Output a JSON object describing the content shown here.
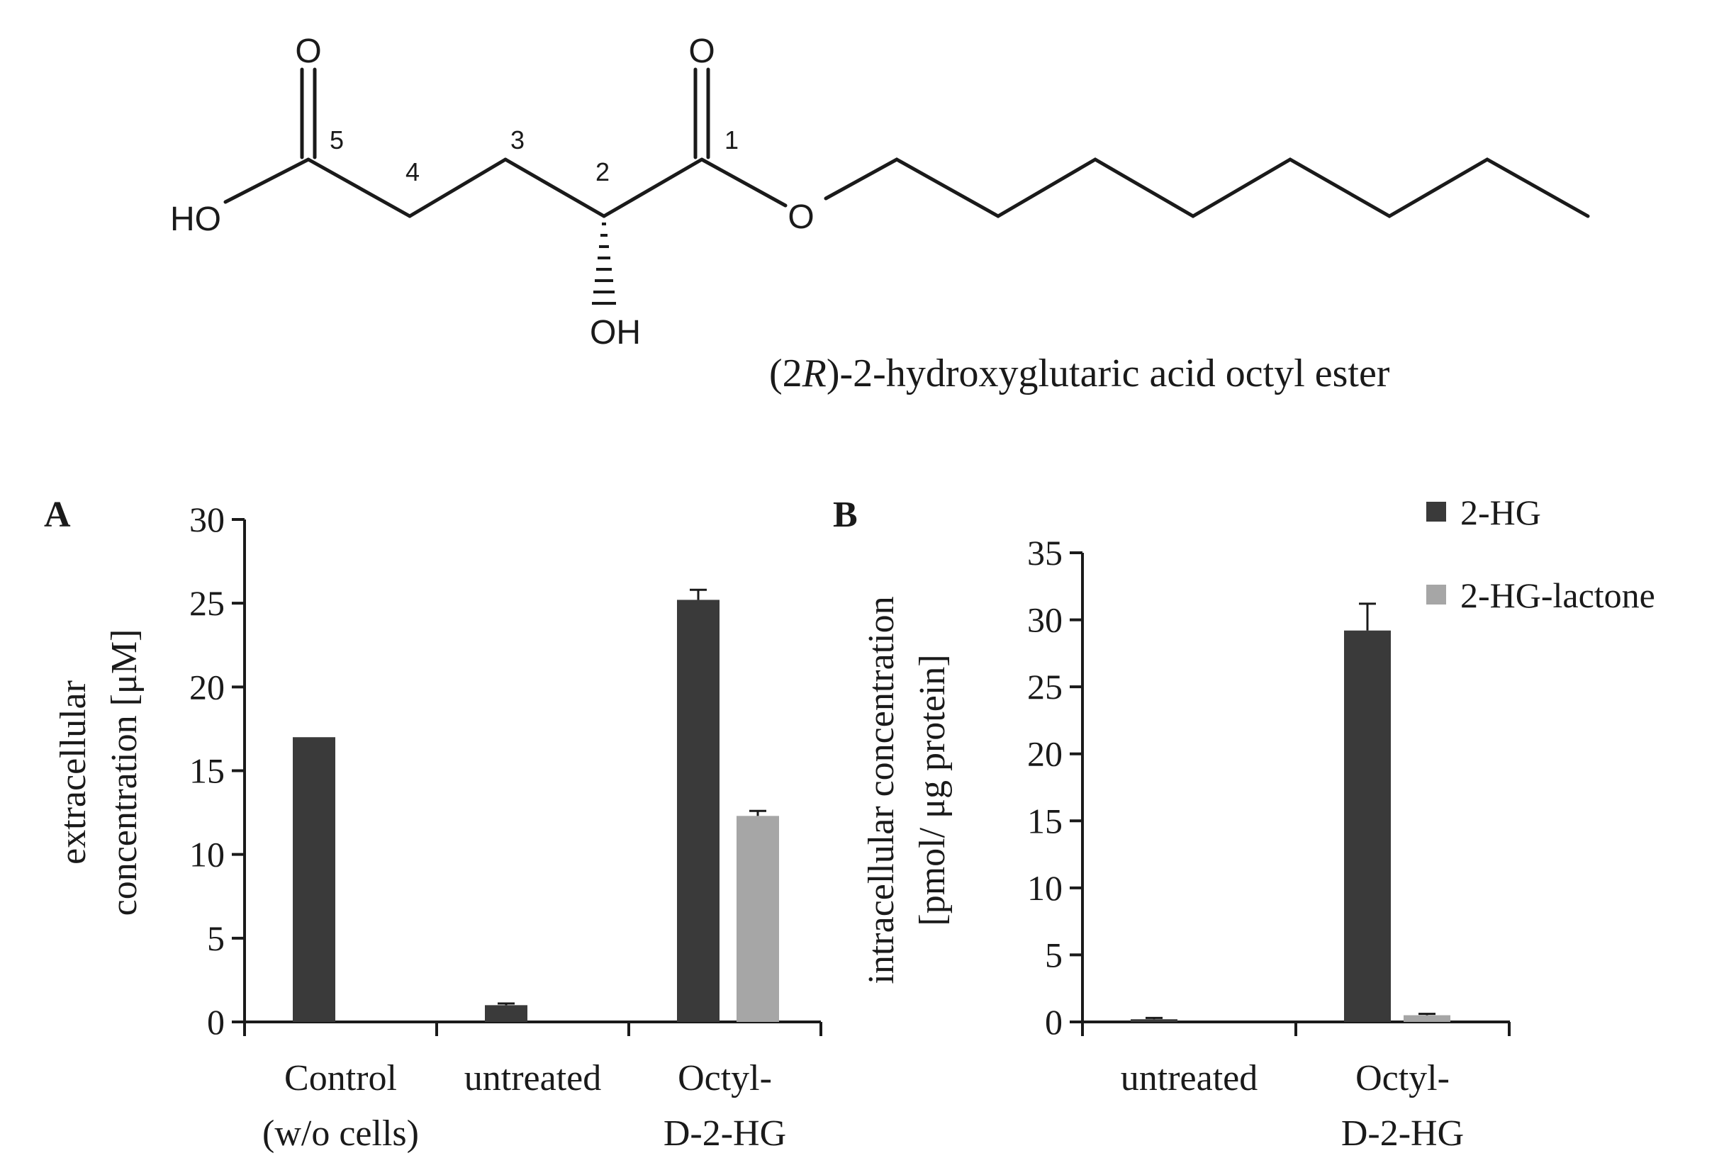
{
  "structure": {
    "name": "(2R)-2-hydroxyglutaric acid octyl ester",
    "name_prefix": "(2",
    "name_italic": "R",
    "name_suffix": ")-2-hydroxyglutaric acid octyl ester",
    "atoms": {
      "o_carbonyl": "O",
      "ho": "HO",
      "oh": "OH",
      "ester_o": "O"
    },
    "numbers": {
      "c1": "1",
      "c2": "2",
      "c3": "3",
      "c4": "4",
      "c5": "5"
    }
  },
  "legend": {
    "position": "top-right",
    "items": [
      {
        "label": "2-HG",
        "color": "#3a3a3a"
      },
      {
        "label": "2-HG-lactone",
        "color": "#a6a6a6"
      }
    ]
  },
  "chart_data": [
    {
      "panel": "A",
      "type": "bar",
      "categories": [
        [
          "Control",
          "(w/o cells)"
        ],
        [
          "untreated"
        ],
        [
          "Octyl-",
          "D-2-HG"
        ]
      ],
      "series": [
        {
          "name": "2-HG",
          "color": "#3a3a3a",
          "values": [
            17.0,
            1.0,
            25.2
          ],
          "errors": [
            0,
            0.1,
            0.6
          ]
        },
        {
          "name": "2-HG-lactone",
          "color": "#a6a6a6",
          "values": [
            0,
            0,
            12.3
          ],
          "errors": [
            0,
            0,
            0.3
          ]
        }
      ],
      "ylabel": [
        "extracellular",
        "concentration [μM]"
      ],
      "ylim": [
        0,
        30
      ],
      "yticks": [
        0,
        5,
        10,
        15,
        20,
        25,
        30
      ],
      "grid": false
    },
    {
      "panel": "B",
      "type": "bar",
      "categories": [
        [
          "untreated"
        ],
        [
          "Octyl-",
          "D-2-HG"
        ]
      ],
      "series": [
        {
          "name": "2-HG",
          "color": "#3a3a3a",
          "values": [
            0.2,
            29.2
          ],
          "errors": [
            0.1,
            2.0
          ]
        },
        {
          "name": "2-HG-lactone",
          "color": "#a6a6a6",
          "values": [
            0,
            0.5
          ],
          "errors": [
            0,
            0.1
          ]
        }
      ],
      "ylabel": [
        "intracellular concentration",
        "[pmol/ μg protein]"
      ],
      "ylim": [
        0,
        35
      ],
      "yticks": [
        0,
        5,
        10,
        15,
        20,
        25,
        30,
        35
      ],
      "grid": false
    }
  ]
}
